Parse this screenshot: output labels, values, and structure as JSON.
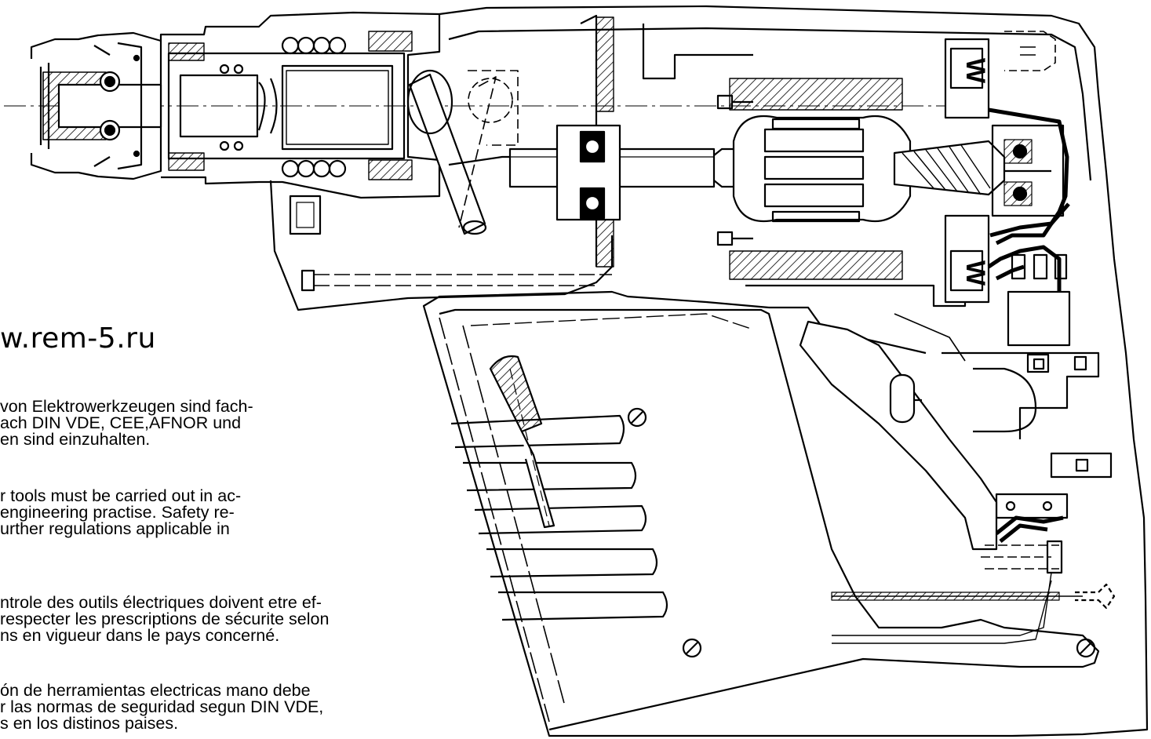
{
  "watermark": "w.rem-5.ru",
  "notes": [
    "von Elektrowerkzeugen sind fach-\nach DIN VDE, CEE,AFNOR und\nen sind einzuhalten.",
    "r tools must be carried out in ac-\nengineering practise. Safety re-\nurther regulations applicable in",
    "ntrole des outils électriques doivent etre ef-\nrespecter les prescriptions de sécurite selon\nns en vigueur dans le pays concerné.",
    "ón de herramientas electricas mano debe\nr las normas de seguridad segun DIN VDE,\ns en los distinos paises."
  ],
  "spring_mark": "W",
  "colors": {
    "line": "#000000",
    "background": "#ffffff"
  }
}
